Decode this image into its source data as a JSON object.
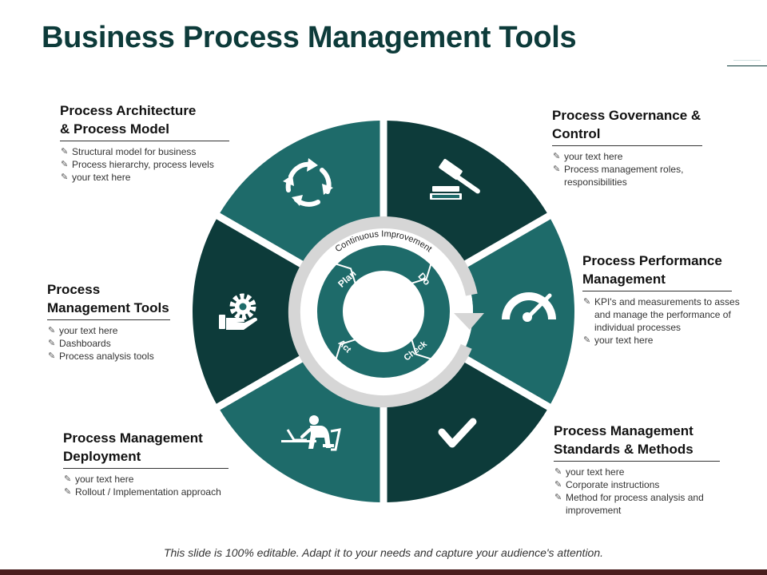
{
  "title": "Business Process Management Tools",
  "colors": {
    "dark": "#0d3b3a",
    "teal": "#1e6b6a",
    "light_gray": "#d6d6d6",
    "text": "#1a1a1a"
  },
  "cycle": {
    "outer_label": "Continuous Improvement",
    "steps": [
      "Plan",
      "Do",
      "Check",
      "Act"
    ]
  },
  "blocks": {
    "architecture": {
      "title_lines": [
        "Process Architecture",
        "& Process Model"
      ],
      "items": [
        "Structural model for business",
        "Process hierarchy, process levels",
        "your text here"
      ]
    },
    "governance": {
      "title_lines": [
        "Process Governance &",
        "Control"
      ],
      "items": [
        "your text here",
        "Process management roles, responsibilities"
      ]
    },
    "performance": {
      "title_lines": [
        "Process Performance",
        "Management"
      ],
      "items": [
        "KPI's and measurements to asses and manage the performance of individual processes",
        "your text here"
      ]
    },
    "tools": {
      "title_lines": [
        "Process",
        "Management Tools"
      ],
      "items": [
        "your text here",
        "Dashboards",
        "Process analysis tools"
      ]
    },
    "deployment": {
      "title_lines": [
        "Process Management",
        "Deployment"
      ],
      "items": [
        "your text here",
        "Rollout / Implementation approach"
      ]
    },
    "standards": {
      "title_lines": [
        "Process Management",
        "Standards & Methods"
      ],
      "items": [
        "your text here",
        "Corporate instructions",
        "Method for process analysis and improvement"
      ]
    }
  },
  "icons": {
    "architecture": "cycle-arrows-icon",
    "governance": "gavel-icon",
    "performance": "speedometer-icon",
    "tools": "gear-hand-icon",
    "deployment": "person-laptop-icon",
    "standards": "checkmark-icon"
  },
  "footer": "This slide is 100% editable. Adapt it to your needs and capture your audience's attention."
}
